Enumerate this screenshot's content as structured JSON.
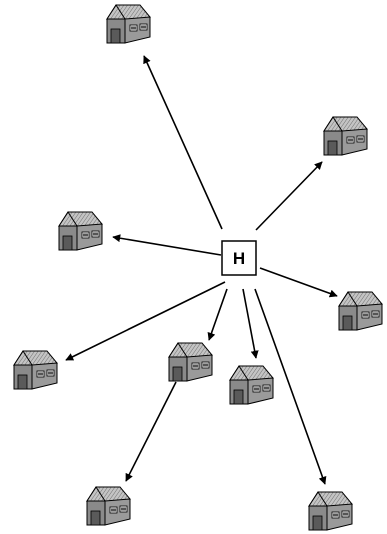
{
  "diagram": {
    "hub": {
      "label": "H"
    },
    "node_icon": "warehouse-building-icon",
    "colors": {
      "background": "#ffffff",
      "line": "#000000",
      "roof": "#bdbdbd",
      "roof_hatch": "#6f6f6f",
      "wall": "#8a8a8a",
      "wall_side": "#a8a8a8",
      "door": "#5a5a5a",
      "window": "#f0f0f0"
    },
    "nodes": [
      {
        "id": "top"
      },
      {
        "id": "upper-right"
      },
      {
        "id": "left"
      },
      {
        "id": "right"
      },
      {
        "id": "lower-left"
      },
      {
        "id": "center-mid"
      },
      {
        "id": "center-right"
      },
      {
        "id": "bottom-left"
      },
      {
        "id": "bottom-right"
      }
    ],
    "edges": [
      {
        "from": "hub",
        "to": "top"
      },
      {
        "from": "hub",
        "to": "upper-right"
      },
      {
        "from": "hub",
        "to": "left"
      },
      {
        "from": "hub",
        "to": "right"
      },
      {
        "from": "hub",
        "to": "lower-left"
      },
      {
        "from": "hub",
        "to": "center-mid"
      },
      {
        "from": "hub",
        "to": "center-right"
      },
      {
        "from": "hub",
        "to": "bottom-right"
      },
      {
        "from": "center-mid",
        "to": "bottom-left"
      }
    ]
  }
}
